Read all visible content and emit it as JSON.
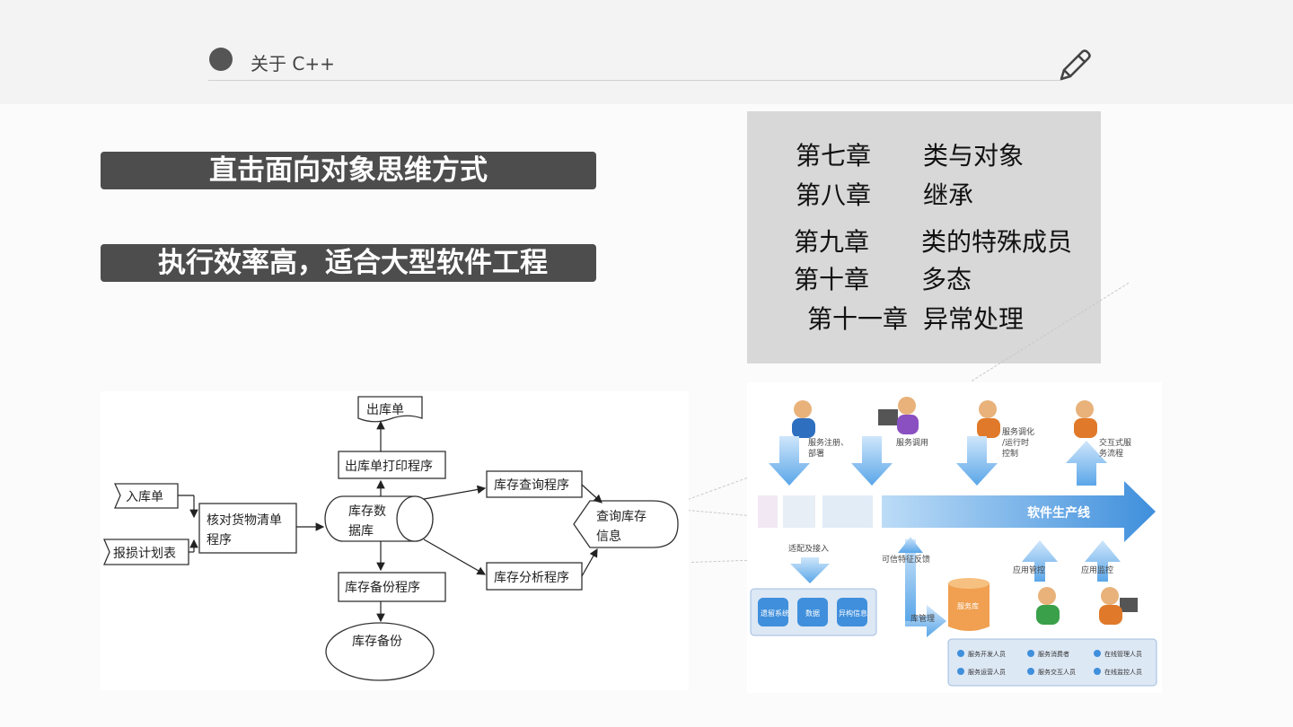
{
  "header": {
    "title": "关于 C++",
    "pen_icon": "pen-icon"
  },
  "highlights": [
    "直击面向对象思维方式",
    "执行效率高，适合大型软件工程"
  ],
  "chapters": [
    {
      "num": "第七章",
      "name": "类与对象"
    },
    {
      "num": "第八章",
      "name": "继承"
    },
    {
      "num": "第九章",
      "name": "类的特殊成员"
    },
    {
      "num": "第十章",
      "name": "多态"
    },
    {
      "num": "第十一章",
      "name": "异常处理"
    }
  ],
  "flowchart": {
    "out_doc": "出库单",
    "print_prog": "出库单打印程序",
    "in_doc": "入库单",
    "loss_plan": "报损计划表",
    "check_prog_1": "核对货物清单",
    "check_prog_2": "程序",
    "db_1": "库存数",
    "db_2": "据库",
    "query_prog": "库存查询程序",
    "analysis_prog": "库存分析程序",
    "query_info_1": "查询库存",
    "query_info_2": "信息",
    "backup_prog": "库存备份程序",
    "backup": "库存备份"
  },
  "architecture": {
    "service_register": [
      "服务注册、",
      "部署"
    ],
    "service_call": "服务调用",
    "service_runtime": [
      "服务调化",
      "/运行时",
      "控制"
    ],
    "interactive": [
      "交互式服",
      "务流程"
    ],
    "pipeline": "软件生产线",
    "adapter": "适配及接入",
    "trust": "可信特征反馈",
    "app_manage": "应用管控",
    "app_monitor": "应用监控",
    "stores": [
      "遗留系统",
      "数据",
      "异构信息"
    ],
    "service_lib": "服务库",
    "lib_manage": "库管理",
    "legend": [
      "服务开发人员",
      "服务消费者",
      "在线管理人员",
      "服务运营人员",
      "服务交互人员",
      "在线监控人员"
    ]
  }
}
